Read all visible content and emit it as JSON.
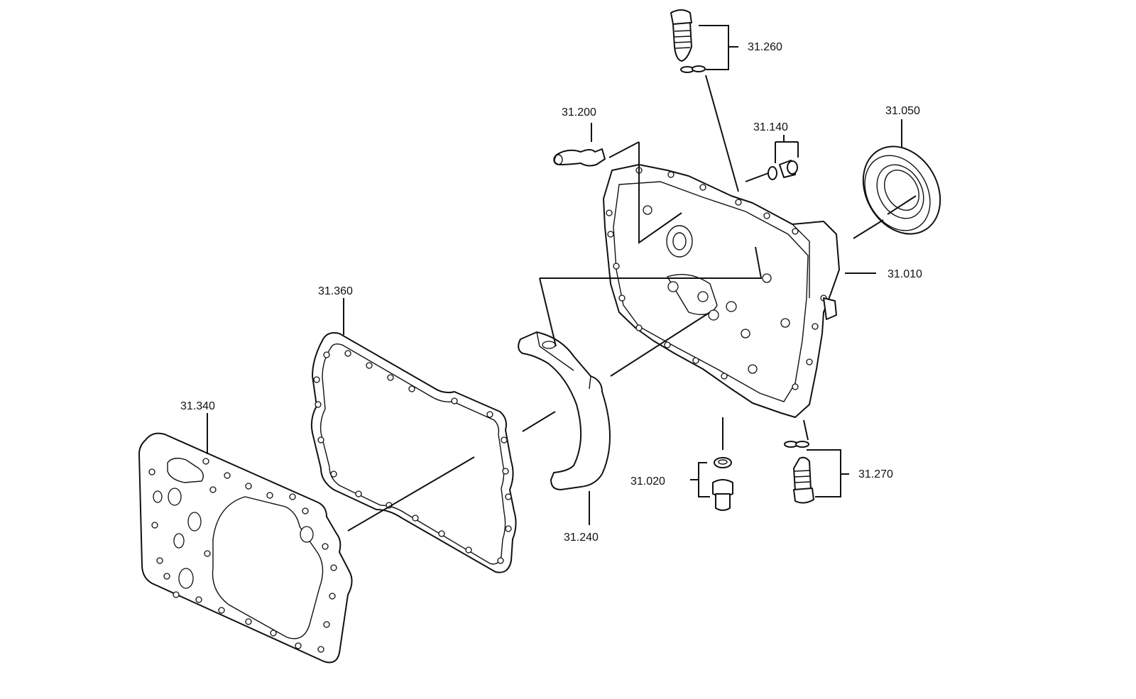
{
  "labels": {
    "p31260": "31.260",
    "p31200": "31.200",
    "p31140": "31.140",
    "p31050": "31.050",
    "p31010": "31.010",
    "p31360": "31.360",
    "p31340": "31.340",
    "p31020": "31.020",
    "p31270": "31.270",
    "p31240": "31.240"
  }
}
